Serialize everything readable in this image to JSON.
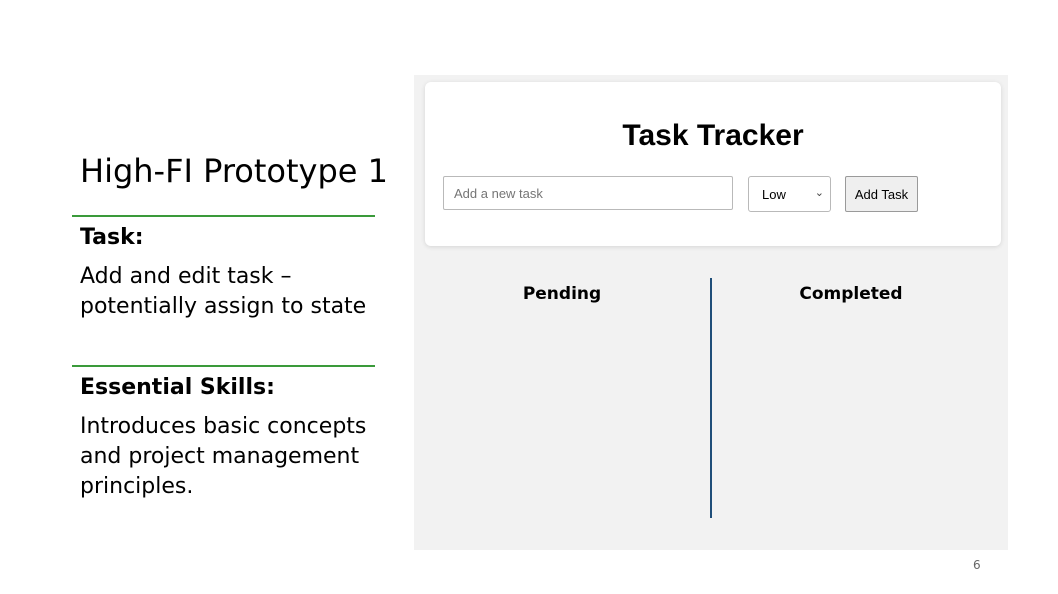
{
  "slide": {
    "title": "High-FI Prototype 1",
    "task_heading": "Task:",
    "task_body": "Add and edit task – potentially assign to state",
    "skills_heading": "Essential Skills:",
    "skills_body": "Introduces basic concepts and project management principles.",
    "page_number": "6",
    "colors": {
      "divider": "#3a9a3a",
      "column_divider": "#1f4e79",
      "panel_bg": "#f2f2f2"
    }
  },
  "app": {
    "title": "Task Tracker",
    "input": {
      "placeholder": "Add a new task",
      "value": ""
    },
    "priority": {
      "selected": "Low",
      "icon": "chevron-down-icon"
    },
    "add_button": "Add Task",
    "columns": {
      "pending": "Pending",
      "completed": "Completed"
    }
  }
}
